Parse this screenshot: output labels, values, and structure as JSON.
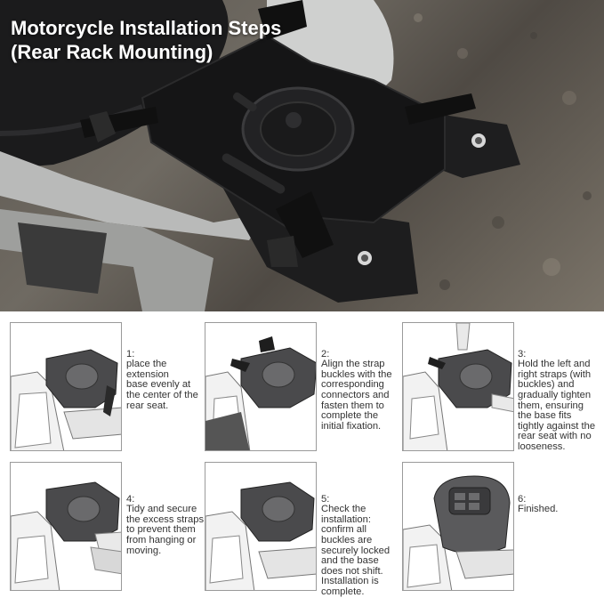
{
  "title": "Motorcycle Installation Steps\n(Rear Rack Mounting)",
  "steps": [
    {
      "number": "1:",
      "text": "place the\nextension\nbase evenly at\nthe center of the\nrear seat."
    },
    {
      "number": "2:",
      "text": "Align the strap\nbuckles with the\ncorresponding\nconnectors and\nfasten them to\ncomplete the\ninitial fixation."
    },
    {
      "number": "3:",
      "text": "Hold the left and\nright straps (with\nbuckles) and\ngradually tighten\nthem, ensuring\nthe base fits\ntightly against the\nrear seat with no\nlooseness."
    },
    {
      "number": "4:",
      "text": "Tidy and secure\nthe excess straps\nto prevent them\nfrom hanging or\nmoving."
    },
    {
      "number": "5:",
      "text": "Check the\ninstallation:\nconfirm all\nbuckles are\nsecurely locked\nand the base\ndoes not shift.\nInstallation is\ncomplete."
    },
    {
      "number": "6:",
      "text": "Finished."
    }
  ]
}
